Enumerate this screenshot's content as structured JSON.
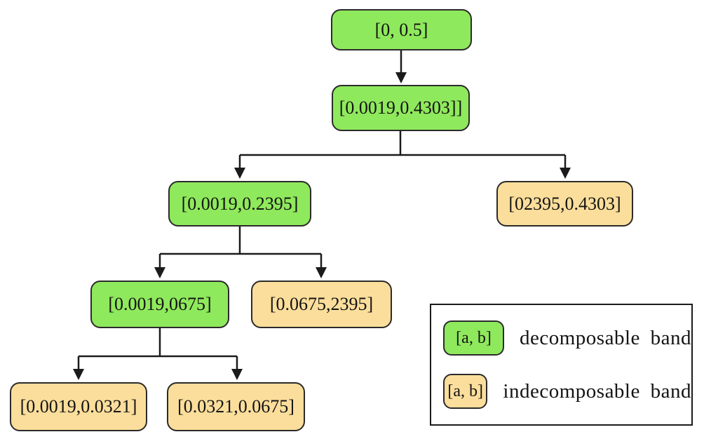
{
  "colors": {
    "decomposable": "#8fe95c",
    "indecomposable": "#fbde9b",
    "node_border": "#2b2b2b",
    "edge_line": "#1b1b1b"
  },
  "tree": {
    "nodes": [
      {
        "label": "[0, 0.5]",
        "type": "decomposable"
      },
      {
        "label": "[0.0019,0.4303]]",
        "type": "decomposable"
      },
      {
        "label": "[0.0019,0.2395]",
        "type": "decomposable"
      },
      {
        "label": "[02395,0.4303]",
        "type": "indecomposable"
      },
      {
        "label": "[0.0019,0675]",
        "type": "decomposable"
      },
      {
        "label": "[0.0675,2395]",
        "type": "indecomposable"
      },
      {
        "label": "[0.0019,0.0321]",
        "type": "indecomposable"
      },
      {
        "label": "[0.0321,0.0675]",
        "type": "indecomposable"
      }
    ],
    "edges": [
      [
        0,
        1
      ],
      [
        1,
        2
      ],
      [
        1,
        3
      ],
      [
        2,
        4
      ],
      [
        2,
        5
      ],
      [
        4,
        6
      ],
      [
        4,
        7
      ]
    ]
  },
  "legend": {
    "items": [
      {
        "badge": "[a, b]",
        "label": "decomposable band",
        "type": "decomposable"
      },
      {
        "badge": "[a, b]",
        "label": "indecomposable band",
        "type": "indecomposable"
      }
    ]
  }
}
